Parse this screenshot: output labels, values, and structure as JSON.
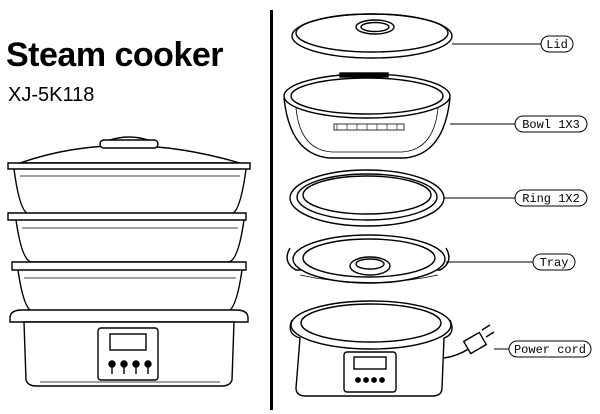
{
  "title": "Steam cooker",
  "model": "XJ-5K118",
  "parts": [
    {
      "label": "Lid"
    },
    {
      "label": "Bowl 1X3"
    },
    {
      "label": "Ring 1X2"
    },
    {
      "label": "Tray"
    },
    {
      "label": "Power cord"
    }
  ]
}
